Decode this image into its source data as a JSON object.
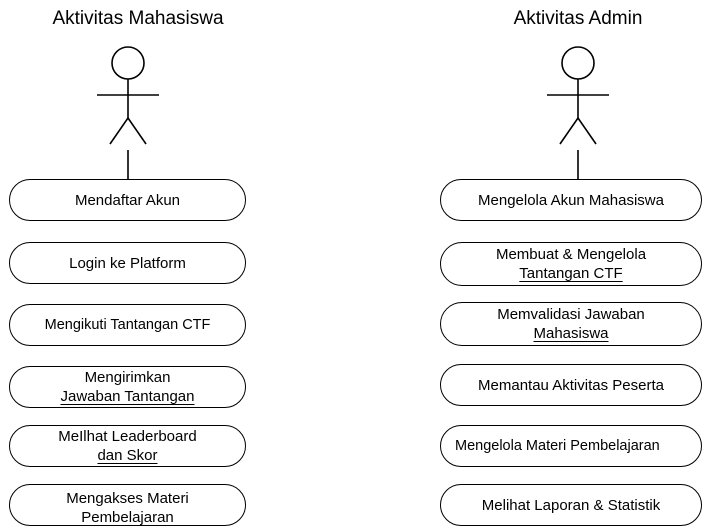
{
  "actors": {
    "mahasiswa": {
      "title": "Aktivitas Mahasiswa",
      "activities": [
        [
          "Mendaftar Akun"
        ],
        [
          "Login ke Platform"
        ],
        [
          "Mengikuti Tantangan CTF"
        ],
        [
          "Mengirimkan",
          "Jawaban Tantangan"
        ],
        [
          "MeIlhat Leaderboard",
          "dan Skor"
        ],
        [
          "Mengakses Materi",
          "Pembelajaran"
        ]
      ]
    },
    "admin": {
      "title": "Aktivitas Admin",
      "activities": [
        [
          "Mengelola Akun Mahasiswa"
        ],
        [
          "Membuat & Mengelola",
          "Tantangan CTF"
        ],
        [
          "Memvalidasi Jawaban",
          "Mahasiswa"
        ],
        [
          "Memantau Aktivitas Peserta"
        ],
        [
          "Mengelola Materi Pembelajaran"
        ],
        [
          "Melihat Laporan & Statistik"
        ]
      ]
    }
  }
}
